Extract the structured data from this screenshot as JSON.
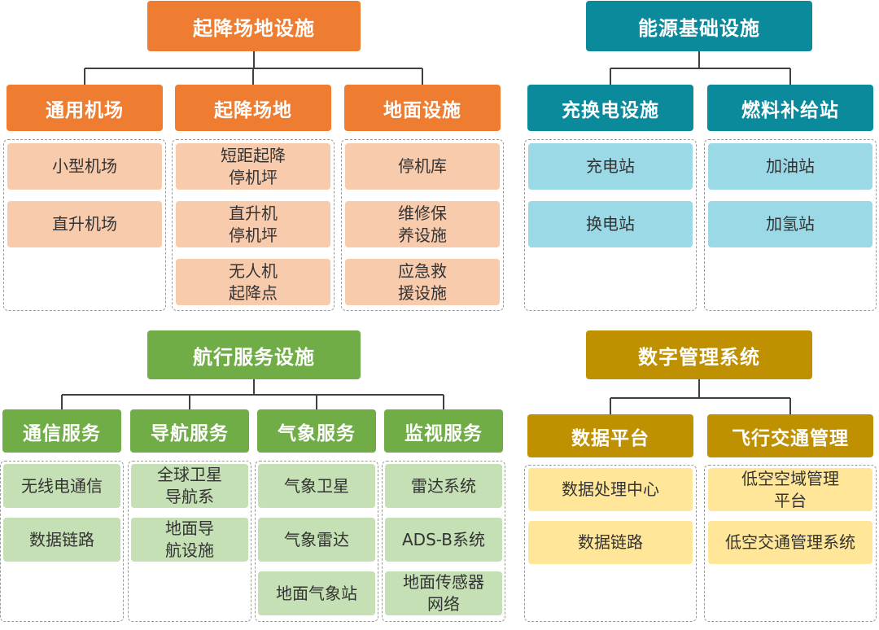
{
  "sections": [
    {
      "title": "起降场地设施",
      "color": "#ee7d31",
      "leaf_color": "#f8cbad",
      "subs": [
        {
          "label": "通用机场",
          "items": [
            "小型机场",
            "直升机场"
          ]
        },
        {
          "label": "起降场地",
          "items": [
            "短距起降\n停机坪",
            "直升机\n停机坪",
            "无人机\n起降点"
          ]
        },
        {
          "label": "地面设施",
          "items": [
            "停机库",
            "维修保\n养设施",
            "应急救\n援设施"
          ]
        }
      ]
    },
    {
      "title": "能源基础设施",
      "color": "#0b8a9c",
      "leaf_color": "#9bd9e6",
      "subs": [
        {
          "label": "充换电设施",
          "items": [
            "充电站",
            "换电站"
          ]
        },
        {
          "label": "燃料补给站",
          "items": [
            "加油站",
            "加氢站"
          ]
        }
      ]
    },
    {
      "title": "航行服务设施",
      "color": "#70ad47",
      "leaf_color": "#c5e0b4",
      "subs": [
        {
          "label": "通信服务",
          "items": [
            "无线电通信",
            "数据链路"
          ]
        },
        {
          "label": "导航服务",
          "items": [
            "全球卫星\n导航系",
            "地面导\n航设施"
          ]
        },
        {
          "label": "气象服务",
          "items": [
            "气象卫星",
            "气象雷达",
            "地面气象站"
          ]
        },
        {
          "label": "监视服务",
          "items": [
            "雷达系统",
            "ADS-B系统",
            "地面传感器\n网络"
          ]
        }
      ]
    },
    {
      "title": "数字管理系统",
      "color": "#bf9000",
      "leaf_color": "#ffe699",
      "subs": [
        {
          "label": "数据平台",
          "items": [
            "数据处理中心",
            "数据链路"
          ]
        },
        {
          "label": "飞行交通管理",
          "items": [
            "低空空域管理\n平台",
            "低空交通管理系统"
          ]
        }
      ]
    }
  ]
}
